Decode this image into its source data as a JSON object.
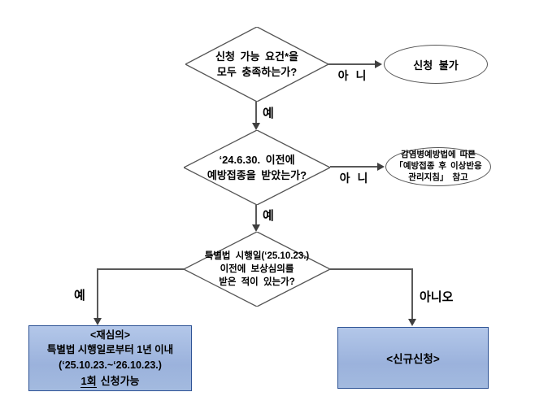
{
  "decisions": [
    {
      "lines": [
        "신청 가능 요건*을",
        "모두 충족하는가?"
      ]
    },
    {
      "lines": [
        "‘24.6.30. 이전에",
        "예방접종을 받았는가?"
      ]
    },
    {
      "lines": [
        "특별법 시행일(‘25.10.23.)",
        "이전에 보상심의를",
        "받은 적이 있는가?"
      ]
    }
  ],
  "terminals": {
    "no_apply": "신청 불가",
    "guideline_lines": [
      "감염병예방법에 따른",
      "「예방접종 후 이상반응",
      "관리지침」 참고"
    ]
  },
  "labels": {
    "yes": "예",
    "no_spaced": "아 니",
    "no_full": "아니오"
  },
  "boxes": {
    "review": {
      "title": "<재심의>",
      "line2": "특별법 시행일로부터 1년 이내",
      "line3": "(‘25.10.23.~‘26.10.23.)",
      "count": "1회",
      "count_suffix": "신청가능"
    },
    "new": {
      "title": "<신규신청>"
    }
  },
  "colors": {
    "box_fill_top": "#b3c7e9",
    "box_fill_bottom": "#9bb2dc",
    "box_border": "#2e5395",
    "line": "#595959",
    "text": "#000000",
    "background": "#ffffff"
  }
}
